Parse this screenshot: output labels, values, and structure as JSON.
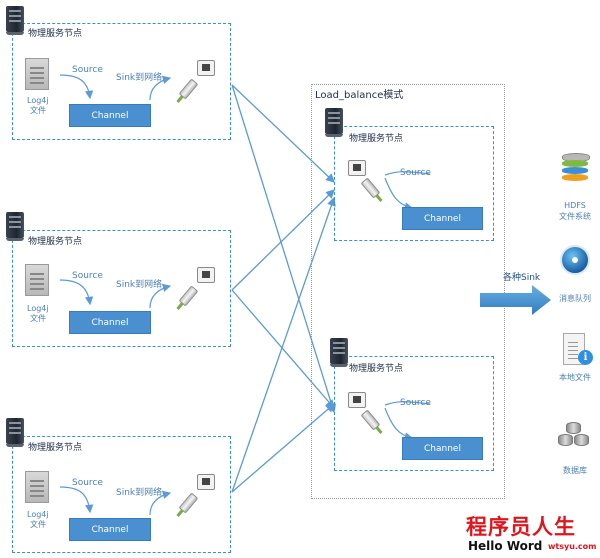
{
  "nodes": {
    "title": "物理服务节点",
    "source_label": "Source",
    "sink_label": "Sink到网络",
    "channel_label": "Channel",
    "log4j_label": "Log4j",
    "file_label": "文件"
  },
  "load_balance": {
    "title": "Load_balance模式",
    "node_title": "物理服务节点",
    "source_label": "Source",
    "channel_label": "Channel"
  },
  "sinks": {
    "arrow_label": "各种Sink",
    "hdfs_label_1": "HDFS",
    "hdfs_label_2": "文件系统",
    "mq_label": "消息队列",
    "local_file_label": "本地文件",
    "db_label": "数据库"
  },
  "watermark": {
    "chinese": "程序员人生",
    "english": "Hello Word",
    "url": "wtsyu.com"
  },
  "colors": {
    "dashed_border": "#3a8fd0",
    "channel_fill": "#4a90d0",
    "label_text": "#4a7fb5",
    "arrow": "#5b9bd5",
    "watermark_red": "#e0141c"
  }
}
